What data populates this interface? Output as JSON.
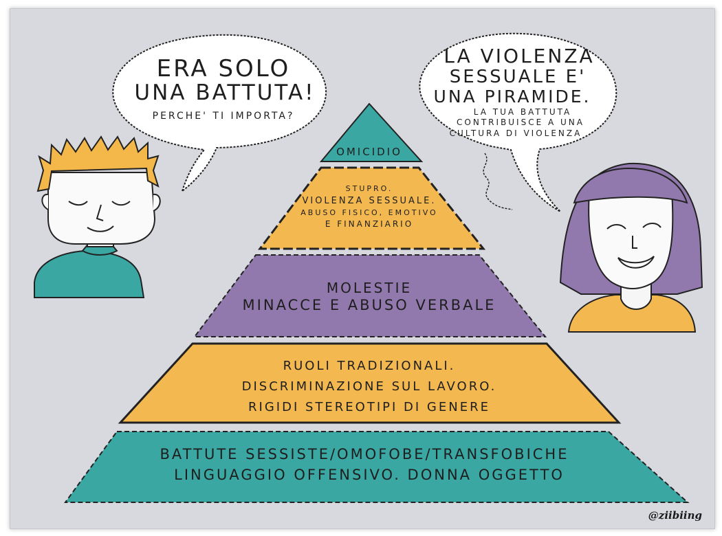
{
  "left_bubble": {
    "line1": "ERA SOLO",
    "line2": "UNA BATTUTA!",
    "line3": "PERCHE' TI IMPORTA?"
  },
  "right_bubble": {
    "line1": "LA VIOLENZA",
    "line2": "SESSUALE E'",
    "line3": "UNA PIRAMIDE.",
    "line4": "LA TUA BATTUTA",
    "line5": "CONTRIBUISCE A UNA",
    "line6": "CULTURA DI VIOLENZA"
  },
  "pyramid": {
    "level1": {
      "lines": [
        "OMICIDIO"
      ],
      "color": "#3aa7a3"
    },
    "level2": {
      "lines": [
        "STUPRO.",
        "VIOLENZA SESSUALE.",
        "ABUSO FISICO, EMOTIVO",
        "E FINANZIARIO"
      ],
      "color": "#f3b84f"
    },
    "level3": {
      "lines": [
        "MOLESTIE",
        "MINACCE E ABUSO VERBALE"
      ],
      "color": "#9279ad"
    },
    "level4": {
      "lines": [
        "RUOLI TRADIZIONALI.",
        "DISCRIMINAZIONE SUL LAVORO.",
        "RIGIDI STEREOTIPI DI GENERE"
      ],
      "color": "#f3b84f"
    },
    "level5": {
      "lines": [
        "BATTUTE SESSISTE/OMOFOBE/TRANSFOBICHE",
        "LINGUAGGIO OFFENSIVO. DONNA OGGETTO"
      ],
      "color": "#3aa7a3"
    }
  },
  "signature": "@ziibiing",
  "colors": {
    "background": "#d7d9de",
    "man_hair": "#f4b84a",
    "man_shirt": "#3aa7a3",
    "woman_hair": "#9279ad",
    "woman_shirt": "#f3b84f"
  }
}
